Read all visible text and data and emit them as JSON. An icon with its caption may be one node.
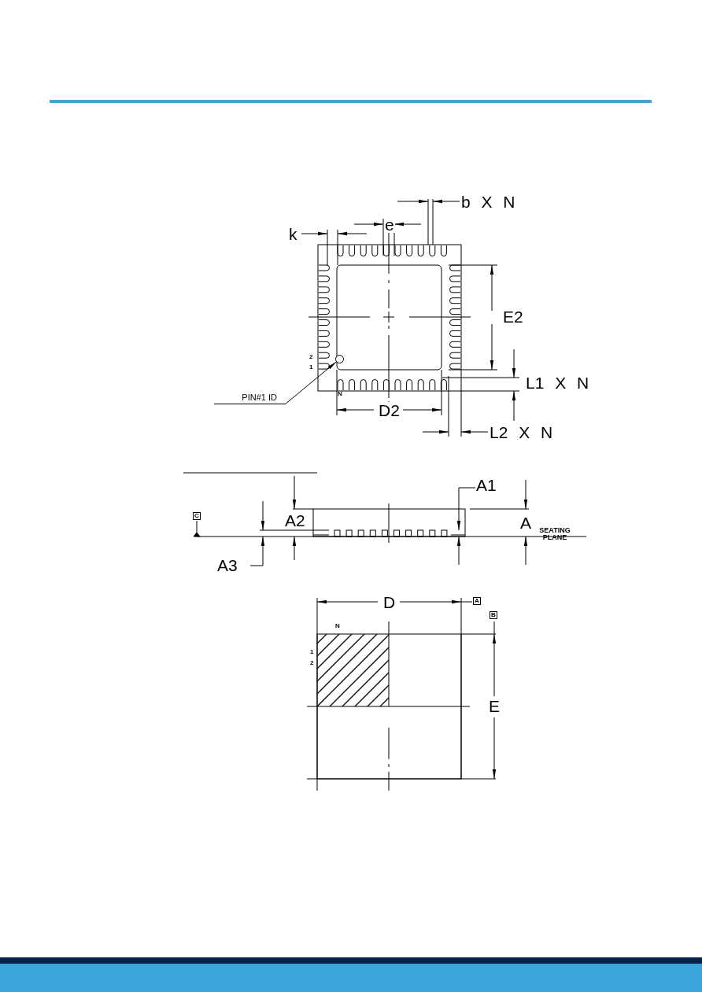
{
  "diagram": {
    "nodes": [
      {
        "text": [
          "PIN#1 ID"
        ]
      },
      {
        "text": [],
        "shape": "circle"
      }
    ],
    "edges": [
      {
        "from": 0,
        "to": 1,
        "arrow": "to"
      }
    ],
    "labels": [
      "b X N",
      "k",
      "e",
      "E2",
      "2",
      "1",
      "L1 X N",
      "N",
      "D2",
      "L2 X N",
      "A1",
      "C",
      "A2",
      "A",
      "SEATING PLANE",
      "A3",
      "D",
      "A",
      "B",
      "N",
      "1",
      "2",
      "E"
    ]
  }
}
